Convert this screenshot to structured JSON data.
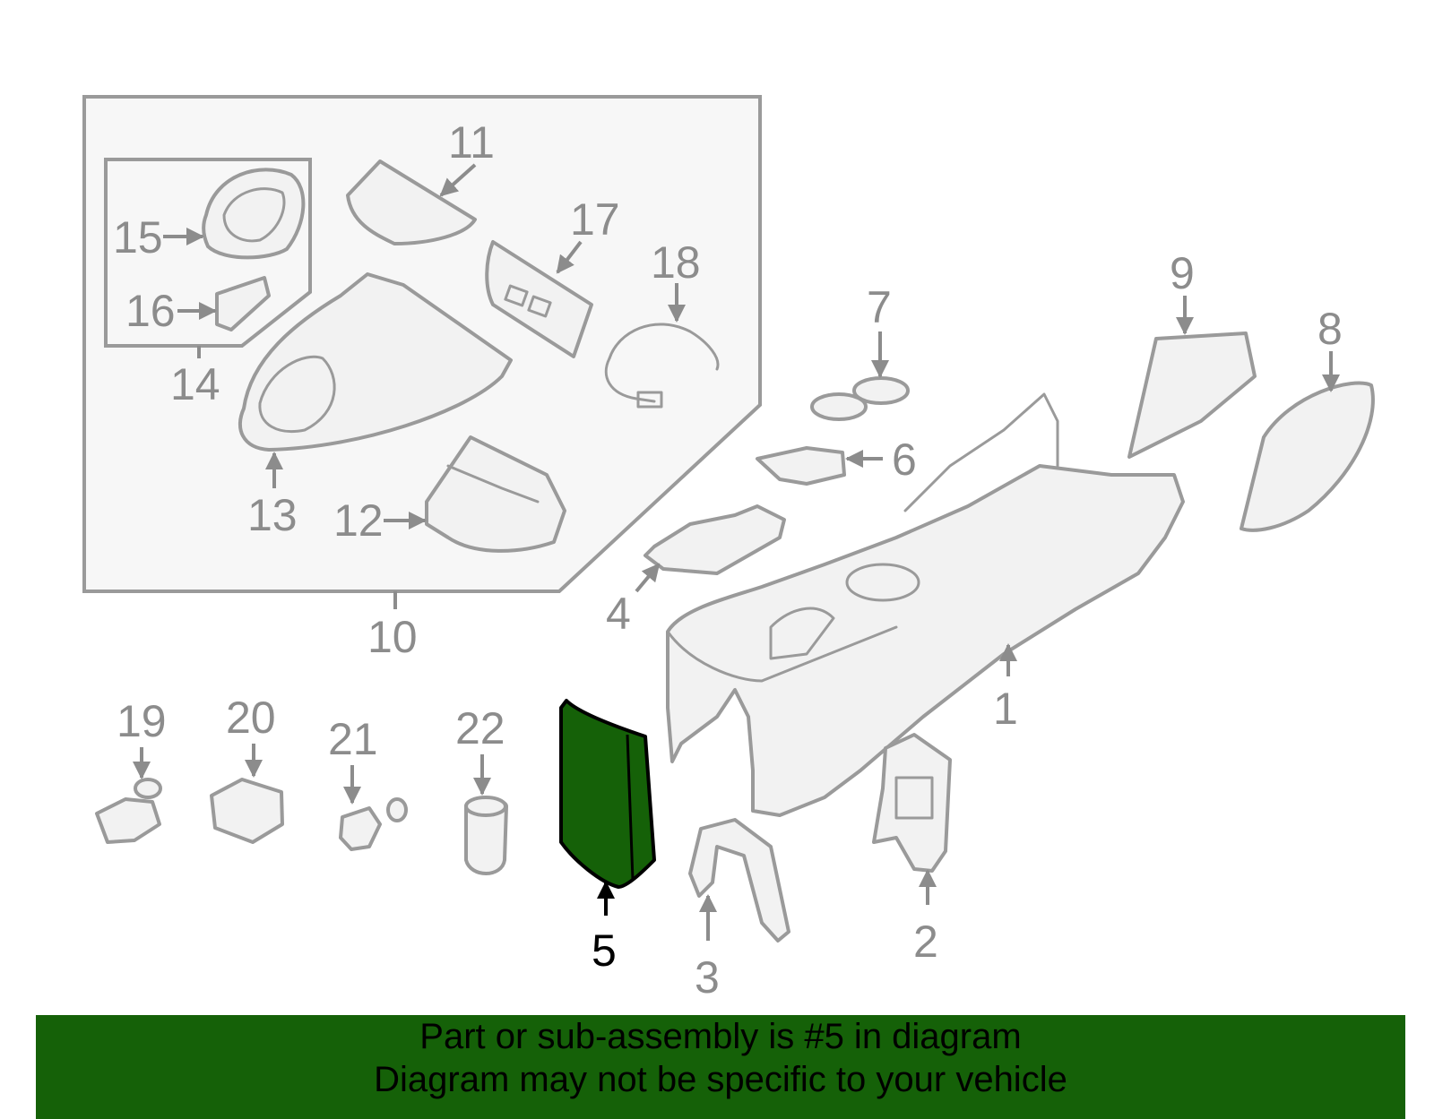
{
  "callouts": {
    "c1": "1",
    "c2": "2",
    "c3": "3",
    "c4": "4",
    "c5": "5",
    "c6": "6",
    "c7": "7",
    "c8": "8",
    "c9": "9",
    "c10": "10",
    "c11": "11",
    "c12": "12",
    "c13": "13",
    "c14": "14",
    "c15": "15",
    "c16": "16",
    "c17": "17",
    "c18": "18",
    "c19": "19",
    "c20": "20",
    "c21": "21",
    "c22": "22"
  },
  "highlight": {
    "part_number": "5",
    "color": "#156108"
  },
  "banner": {
    "line1": "Part or sub-assembly is #5 in diagram",
    "line2": "Diagram may not be specific to your vehicle",
    "background": "#156108"
  }
}
